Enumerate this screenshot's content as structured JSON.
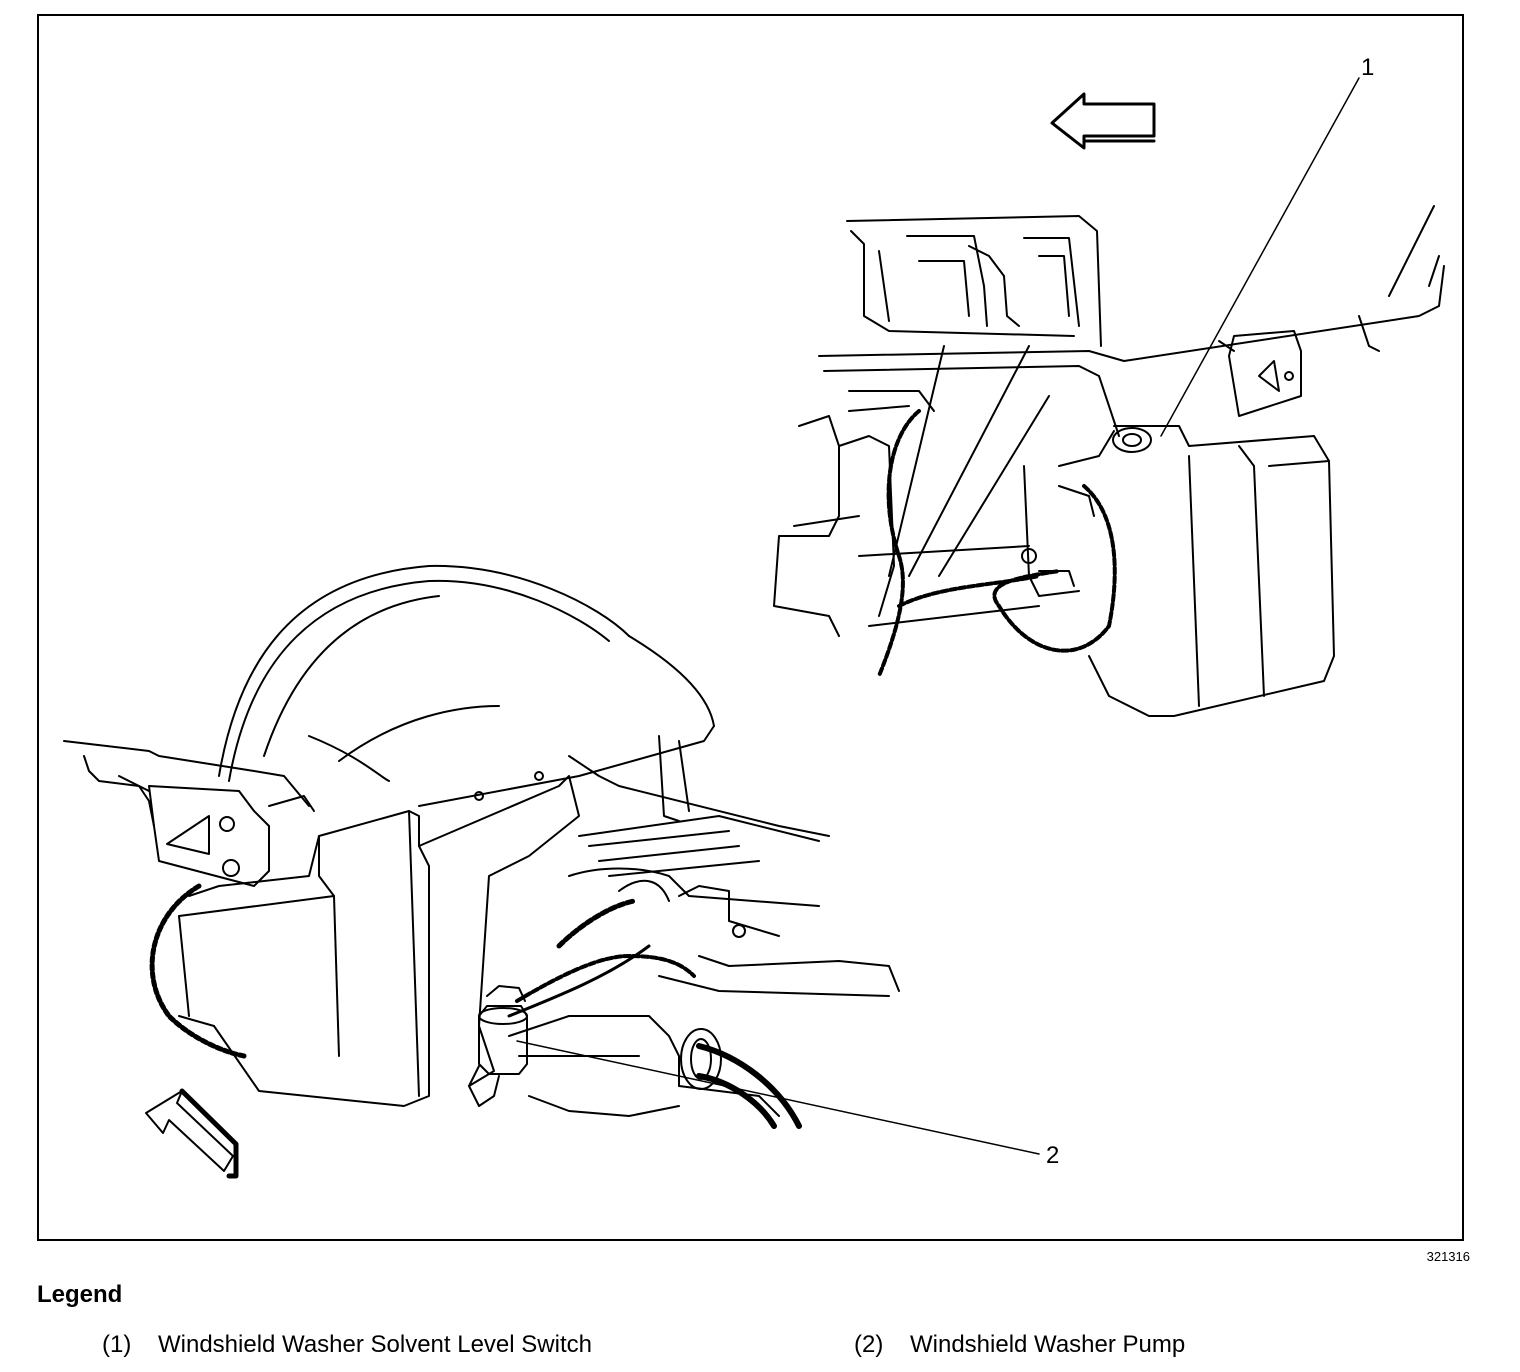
{
  "figure": {
    "id": "321316",
    "callouts": {
      "c1": "1",
      "c2": "2"
    }
  },
  "legend": {
    "title": "Legend",
    "items": [
      {
        "number": "(1)",
        "label": "Windshield Washer Solvent Level Switch"
      },
      {
        "number": "(2)",
        "label": "Windshield Washer Pump"
      }
    ]
  },
  "colors": {
    "line": "#000000",
    "background": "#ffffff"
  }
}
